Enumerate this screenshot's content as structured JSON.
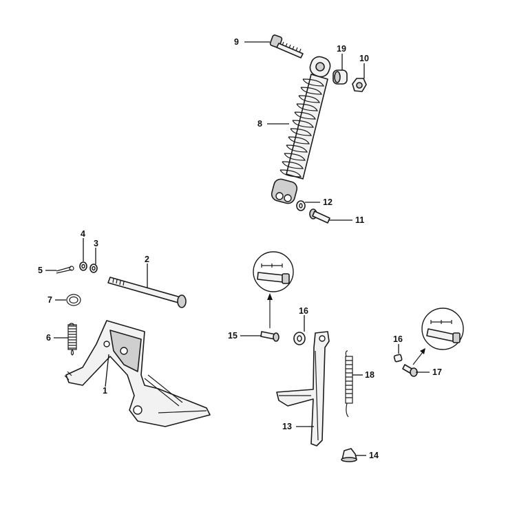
{
  "diagram": {
    "callouts": {
      "c9": "9",
      "c19": "19",
      "c10": "10",
      "c8": "8",
      "c12": "12",
      "c11": "11",
      "c4": "4",
      "c3": "3",
      "c5": "5",
      "c2": "2",
      "c7": "7",
      "c6": "6",
      "c1": "1",
      "c16a": "16",
      "c15": "15",
      "c18": "18",
      "c13": "13",
      "c14": "14",
      "c16b": "16",
      "c17": "17"
    }
  }
}
